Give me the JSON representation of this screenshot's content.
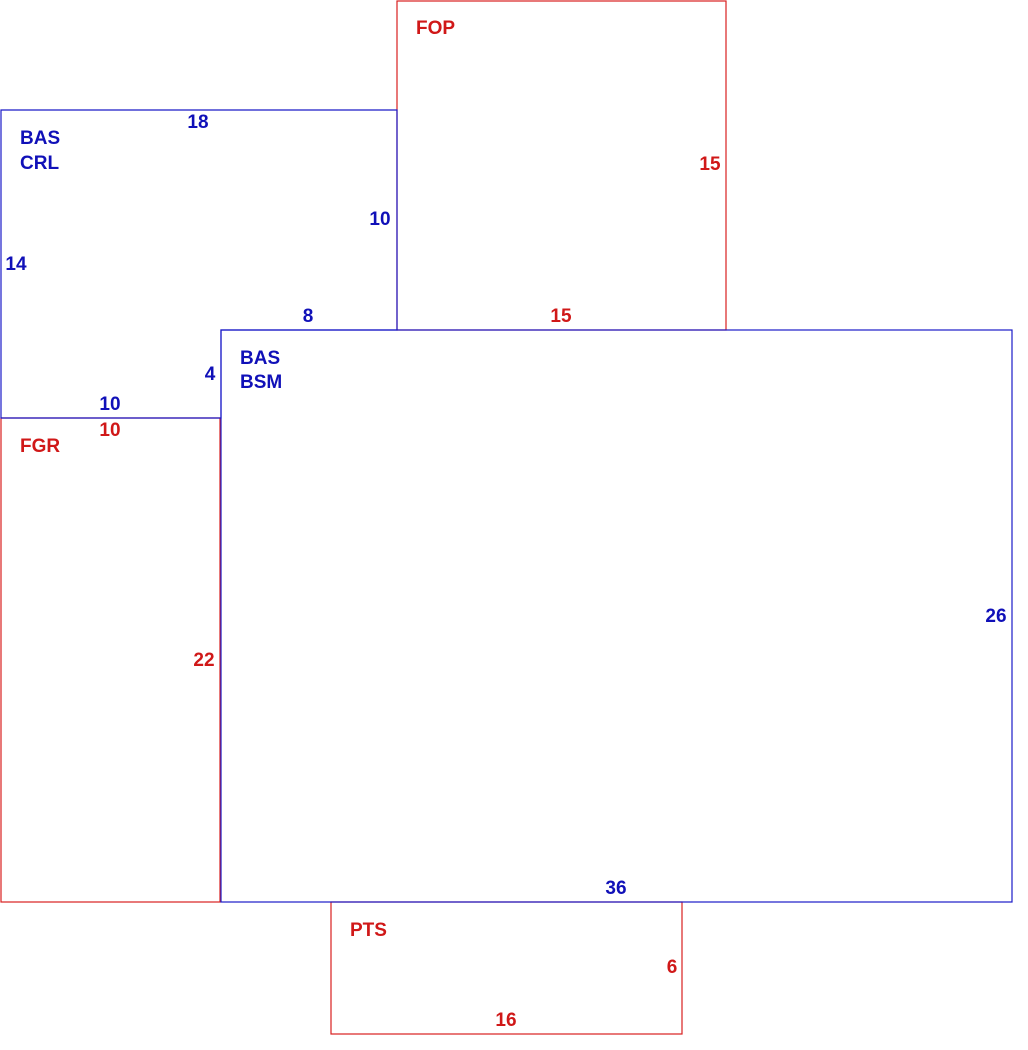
{
  "sketch": {
    "colors": {
      "living_area": "#1a1ac8",
      "other_area": "#d82020"
    },
    "areas": {
      "bas_crl": {
        "code": "BAS",
        "subcode": "CRL"
      },
      "bas_bsm": {
        "code": "BAS",
        "subcode": "BSM"
      },
      "fop": {
        "code": "FOP"
      },
      "fgr": {
        "code": "FGR"
      },
      "pts": {
        "code": "PTS"
      }
    },
    "dimensions": {
      "crl_top": "18",
      "crl_left": "14",
      "crl_right": "10",
      "crl_step": "8",
      "crl_step_side": "4",
      "crl_bottom": "10",
      "fop_right": "15",
      "fop_bottom": "15",
      "fgr_top": "10",
      "fgr_right": "22",
      "bsm_right": "26",
      "bsm_bottom": "36",
      "pts_right": "6",
      "pts_bottom": "16"
    }
  }
}
